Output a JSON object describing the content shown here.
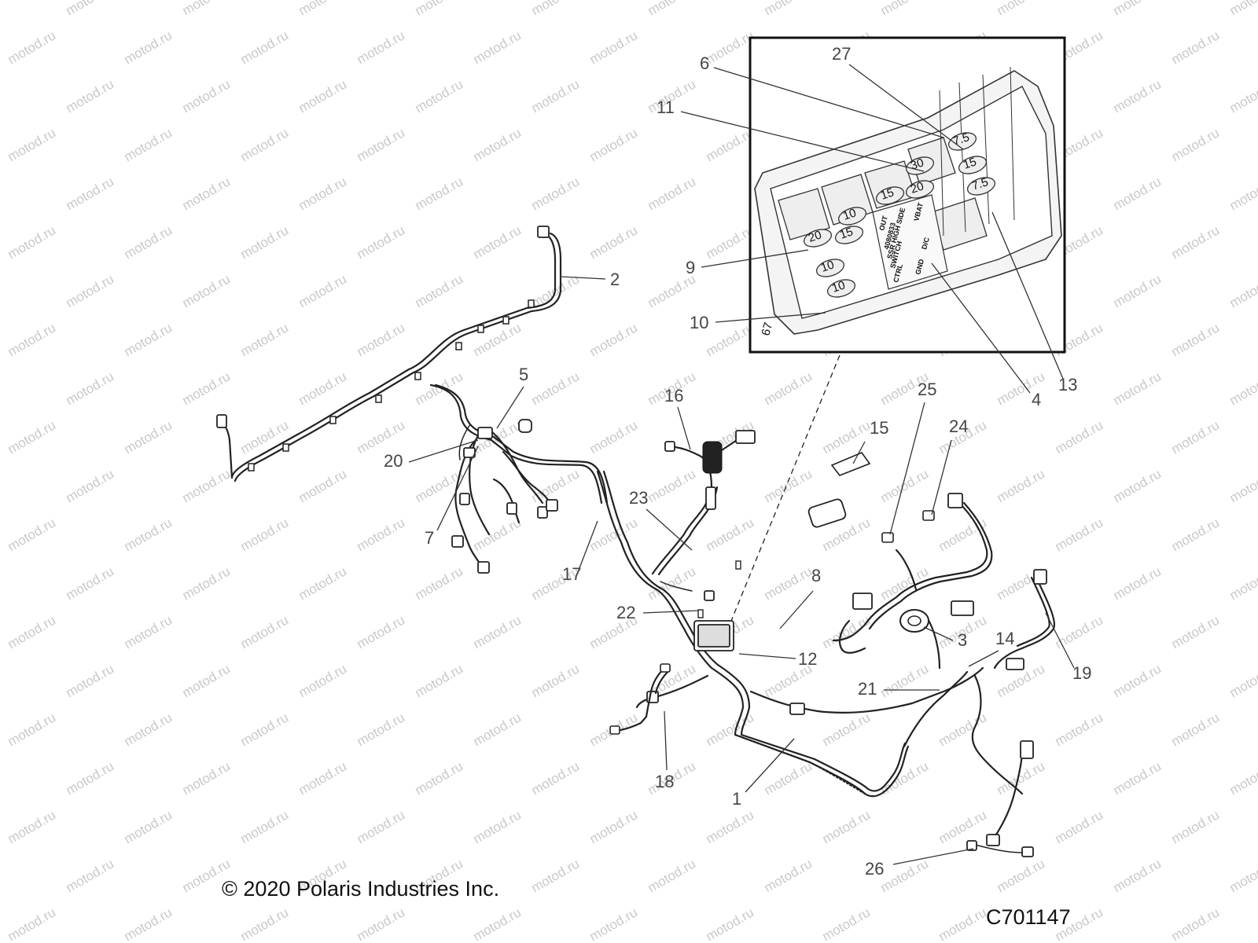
{
  "diagram": {
    "watermark": "motod.ru",
    "copyright": "© 2020 Polaris Industries Inc.",
    "figure_id": "C701147",
    "callouts": [
      "1",
      "2",
      "3",
      "4",
      "5",
      "6",
      "7",
      "8",
      "9",
      "10",
      "11",
      "12",
      "13",
      "14",
      "15",
      "16",
      "17",
      "18",
      "19",
      "20",
      "21",
      "22",
      "23",
      "24",
      "25",
      "26",
      "27"
    ],
    "inset": {
      "fuse_ratings": [
        "30",
        "20",
        "10",
        "15",
        "20",
        "15",
        "10",
        "10",
        "7.5",
        "15",
        "7.5"
      ],
      "label_lines": [
        "OUT",
        "VBAT",
        "4080833",
        "SSR HIGH SIDE",
        "SWITCH",
        "D/C",
        "CTRL",
        "GND"
      ],
      "side_marking": "67"
    }
  }
}
